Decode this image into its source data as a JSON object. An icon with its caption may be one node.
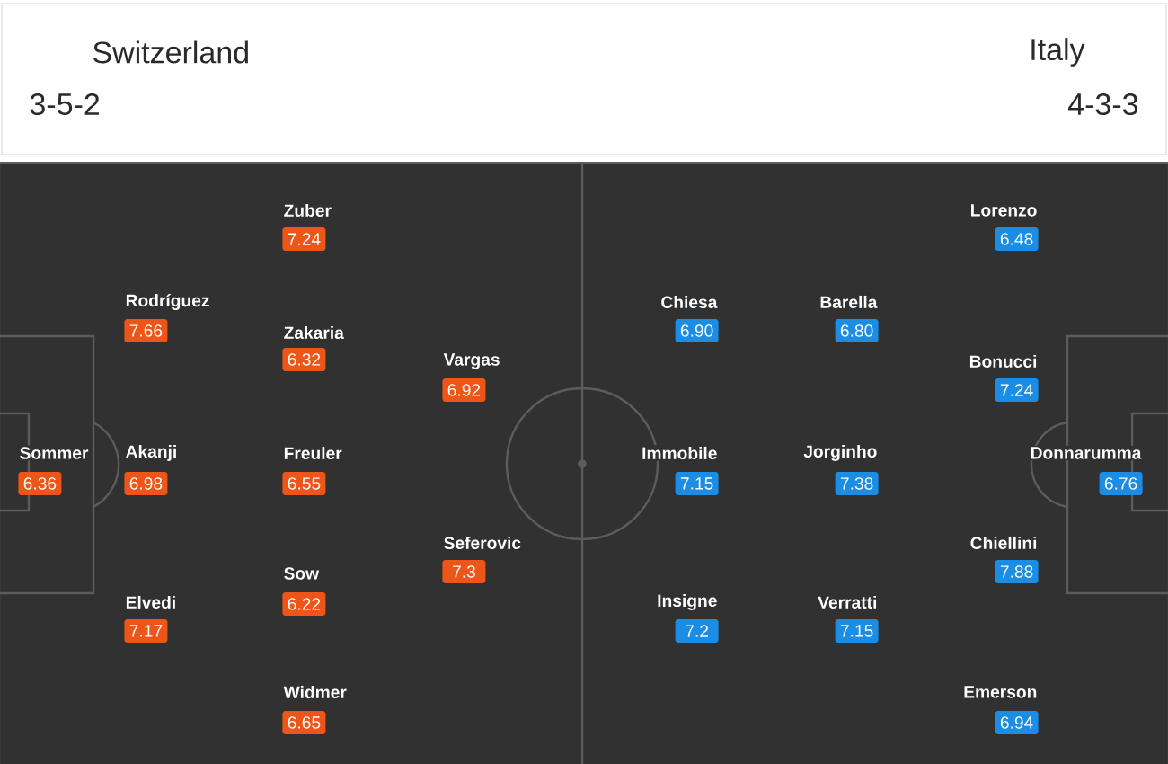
{
  "diagram": {
    "nodes": [
      {
        "text": [
          "Sommer",
          "6.36"
        ]
      },
      {
        "text": [
          "Rodríguez",
          "7.66"
        ]
      },
      {
        "text": [
          "Akanji",
          "6.98"
        ]
      },
      {
        "text": [
          "Elvedi",
          "7.17"
        ]
      },
      {
        "text": [
          "Zuber",
          "7.24"
        ]
      },
      {
        "text": [
          "Zakaria",
          "6.32"
        ]
      },
      {
        "text": [
          "Freuler",
          "6.55"
        ]
      },
      {
        "text": [
          "Sow",
          "6.22"
        ]
      },
      {
        "text": [
          "Widmer",
          "6.65"
        ]
      },
      {
        "text": [
          "Vargas",
          "6.92"
        ]
      },
      {
        "text": [
          "Seferovic",
          "7.3"
        ]
      },
      {
        "text": [
          "Chiesa",
          "6.90"
        ]
      },
      {
        "text": [
          "Immobile",
          "7.15"
        ]
      },
      {
        "text": [
          "Insigne",
          "7.2"
        ]
      },
      {
        "text": [
          "Barella",
          "6.80"
        ]
      },
      {
        "text": [
          "Jorginho",
          "7.38"
        ]
      },
      {
        "text": [
          "Verratti",
          "7.15"
        ]
      },
      {
        "text": [
          "Lorenzo",
          "6.48"
        ]
      },
      {
        "text": [
          "Bonucci",
          "7.24"
        ]
      },
      {
        "text": [
          "Chiellini",
          "7.88"
        ]
      },
      {
        "text": [
          "Emerson",
          "6.94"
        ]
      },
      {
        "text": [
          "Donnarumma",
          "6.76"
        ]
      }
    ],
    "labels": [
      "Switzerland",
      "Italy",
      "3-5-2",
      "4-3-3"
    ]
  }
}
